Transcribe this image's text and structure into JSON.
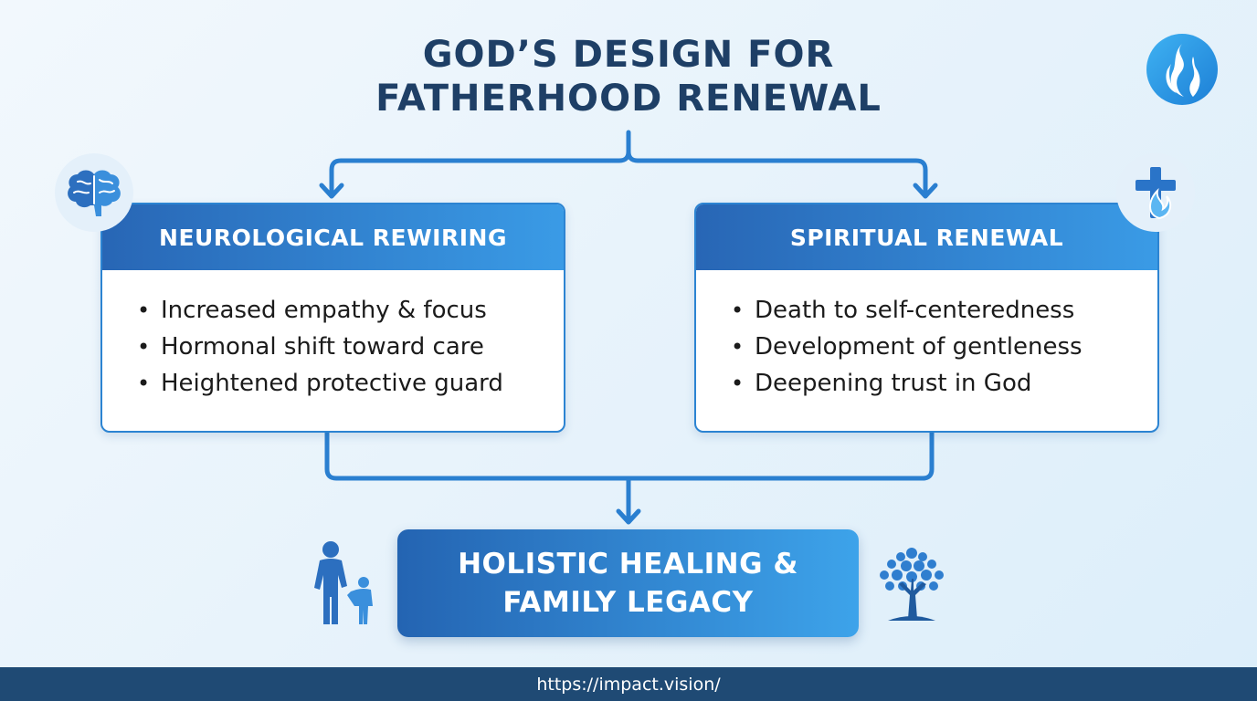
{
  "title": {
    "line1": "GOD’S DESIGN FOR",
    "line2": "FATHERHOOD RENEWAL"
  },
  "left_card": {
    "header": "NEUROLOGICAL REWIRING",
    "items": [
      "Increased empathy & focus",
      "Hormonal shift toward care",
      "Heightened protective guard"
    ],
    "icon": "brain-icon"
  },
  "right_card": {
    "header": "SPIRITUAL RENEWAL",
    "items": [
      "Death to self-centeredness",
      "Development of gentleness",
      "Deepening trust in God"
    ],
    "icon": "cross-flame-icon"
  },
  "result": {
    "line1": "HOLISTIC HEALING &",
    "line2": "FAMILY LEGACY",
    "left_icon": "father-child-icon",
    "right_icon": "tree-icon"
  },
  "logo": "flame-logo-icon",
  "footer": {
    "url": "https://impact.vision/"
  },
  "colors": {
    "primary_dark": "#1e3f66",
    "primary": "#2c84d2",
    "gradient_start": "#2866b5",
    "gradient_end": "#3a9be6",
    "footer": "#1f4a74"
  }
}
